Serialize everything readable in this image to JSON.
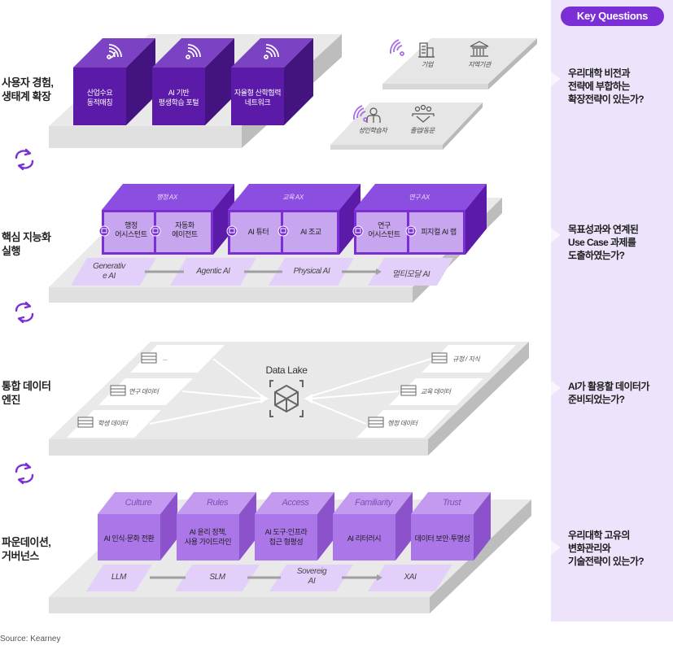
{
  "sections": [
    {
      "label": "사용자 경험,\n생태계 확장",
      "cubes": [
        {
          "label": "산업수요\n동적매칭",
          "icon": "wifi-signal-icon"
        },
        {
          "label": "AI 기반\n평생학습 포털",
          "icon": "wifi-signal-icon"
        },
        {
          "label": "자율형 산학협력\n네트워크",
          "icon": "wifi-signal-icon"
        }
      ],
      "ecosystem_top": [
        {
          "label": "기업",
          "icon": "building-icon"
        },
        {
          "label": "지역기관",
          "icon": "institution-icon"
        }
      ],
      "ecosystem_bottom": [
        {
          "label": "성인학습자",
          "icon": "person-icon"
        },
        {
          "label": "졸업/동문",
          "icon": "group-icon"
        }
      ]
    },
    {
      "label": "핵심 지능화\n실행",
      "groups": [
        {
          "title": "행정 AX",
          "items": [
            "행정\n어시스턴트",
            "자동화\n에이전트"
          ]
        },
        {
          "title": "교육 AX",
          "items": [
            "AI 튜터",
            "AI 조교"
          ]
        },
        {
          "title": "연구 AX",
          "items": [
            "연구\n어시스턴트",
            "피지컬 AI 랩"
          ]
        }
      ],
      "stages": [
        "Generativ\ne AI",
        "Agentic AI",
        "Physical AI",
        "멀티모달 AI"
      ]
    },
    {
      "label": "통합 데이터\n엔진",
      "center": "Data Lake",
      "left_sources": [
        "...",
        "연구 데이터",
        "학생 데이터"
      ],
      "right_sources": [
        "규정 / 지식",
        "교육 데이터",
        "행정 데이터"
      ]
    },
    {
      "label": "파운데이션,\n거버넌스",
      "pillars": [
        {
          "title": "Culture",
          "label": "AI 인식·문화 전환"
        },
        {
          "title": "Rules",
          "label": "AI 윤리 정책,\n사용 가이드라인"
        },
        {
          "title": "Access",
          "label": "AI 도구·인프라\n접근 형평성"
        },
        {
          "title": "Familiarity",
          "label": "AI 리터러시"
        },
        {
          "title": "Trust",
          "label": "데이터 보안·투명성"
        }
      ],
      "stages": [
        "LLM",
        "SLM",
        "Sovereig\nAI",
        "XAI"
      ]
    }
  ],
  "key_questions": {
    "title": "Key Questions",
    "items": [
      "우리대학 비전과\n전략에 부합하는\n확장전략이 있는가?",
      "목표성과와 연계된\nUse Case 과제를\n도출하였는가?",
      "AI가 활용할 데이터가\n준비되었는가?",
      "우리대학 고유의\n변화관리와\n기술전략이 있는가?"
    ]
  },
  "source": "Source: Kearney",
  "colors": {
    "accent": "#7a2fd6",
    "cube_dark_front": "#5b1aa8",
    "cube_light_front": "#a46fe6",
    "panel_bg": "#ede3fa",
    "slab_top": "#e6e6e6"
  }
}
